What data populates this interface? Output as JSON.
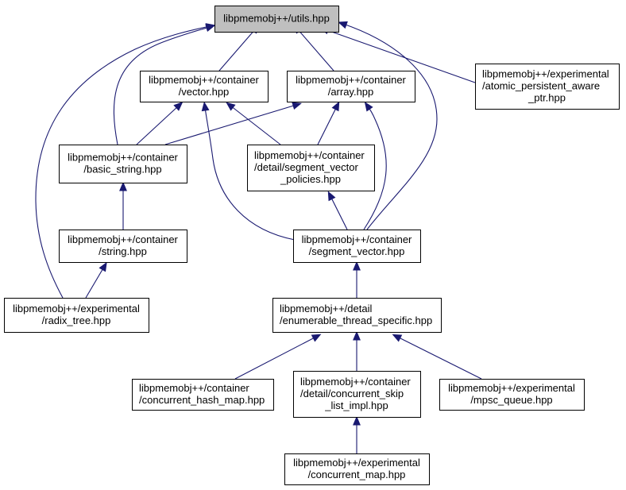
{
  "graph": {
    "title": "libpmemobj++/utils.hpp include dependency graph",
    "edge_color": "#191970",
    "root_fill": "#bfbfbf",
    "nodes": [
      {
        "id": "utils",
        "lines": [
          "libpmemobj++/utils.hpp"
        ],
        "root": true
      },
      {
        "id": "vector",
        "lines": [
          "libpmemobj++/container",
          "/vector.hpp"
        ]
      },
      {
        "id": "array",
        "lines": [
          "libpmemobj++/container",
          "/array.hpp"
        ]
      },
      {
        "id": "atomic_ptr",
        "lines": [
          "libpmemobj++/experimental",
          "/atomic_persistent_aware",
          "_ptr.hpp"
        ]
      },
      {
        "id": "basic_string",
        "lines": [
          "libpmemobj++/container",
          "/basic_string.hpp"
        ]
      },
      {
        "id": "seg_policies",
        "lines": [
          "libpmemobj++/container",
          "/detail/segment_vector",
          "_policies.hpp"
        ]
      },
      {
        "id": "string",
        "lines": [
          "libpmemobj++/container",
          "/string.hpp"
        ]
      },
      {
        "id": "segment_vector",
        "lines": [
          "libpmemobj++/container",
          "/segment_vector.hpp"
        ]
      },
      {
        "id": "radix_tree",
        "lines": [
          "libpmemobj++/experimental",
          "/radix_tree.hpp"
        ]
      },
      {
        "id": "enumerable",
        "lines": [
          "libpmemobj++/detail",
          "/enumerable_thread_specific.hpp"
        ]
      },
      {
        "id": "hash_map",
        "lines": [
          "libpmemobj++/container",
          "/concurrent_hash_map.hpp"
        ]
      },
      {
        "id": "skip_list",
        "lines": [
          "libpmemobj++/container",
          "/detail/concurrent_skip",
          "_list_impl.hpp"
        ]
      },
      {
        "id": "mpsc_queue",
        "lines": [
          "libpmemobj++/experimental",
          "/mpsc_queue.hpp"
        ]
      },
      {
        "id": "concurrent_map",
        "lines": [
          "libpmemobj++/experimental",
          "/concurrent_map.hpp"
        ]
      }
    ],
    "edges": [
      {
        "from": "vector",
        "to": "utils"
      },
      {
        "from": "array",
        "to": "utils"
      },
      {
        "from": "atomic_ptr",
        "to": "utils"
      },
      {
        "from": "basic_string",
        "to": "utils"
      },
      {
        "from": "radix_tree",
        "to": "utils"
      },
      {
        "from": "segment_vector",
        "to": "utils"
      },
      {
        "from": "basic_string",
        "to": "vector"
      },
      {
        "from": "basic_string",
        "to": "array"
      },
      {
        "from": "seg_policies",
        "to": "vector"
      },
      {
        "from": "seg_policies",
        "to": "array"
      },
      {
        "from": "segment_vector",
        "to": "vector"
      },
      {
        "from": "segment_vector",
        "to": "array"
      },
      {
        "from": "segment_vector",
        "to": "seg_policies"
      },
      {
        "from": "string",
        "to": "basic_string"
      },
      {
        "from": "radix_tree",
        "to": "string"
      },
      {
        "from": "enumerable",
        "to": "segment_vector"
      },
      {
        "from": "hash_map",
        "to": "enumerable"
      },
      {
        "from": "skip_list",
        "to": "enumerable"
      },
      {
        "from": "mpsc_queue",
        "to": "enumerable"
      },
      {
        "from": "concurrent_map",
        "to": "skip_list"
      }
    ]
  }
}
